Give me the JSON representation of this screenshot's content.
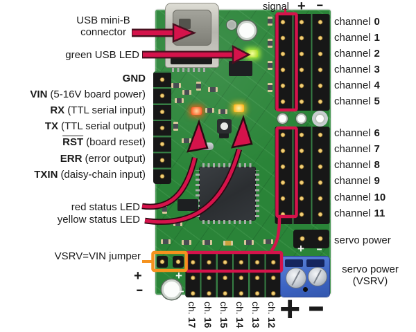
{
  "title": "Mini Maestro servo controller pinout diagram",
  "annotations": {
    "usb_label_line1": "USB mini-B",
    "usb_label_line2": "connector",
    "green_led_label": "green USB LED",
    "left_pins": [
      {
        "name": "GND",
        "desc": ""
      },
      {
        "name": "VIN",
        "desc": "(5-16V board power)"
      },
      {
        "name": "RX",
        "desc": "(TTL serial input)"
      },
      {
        "name": "TX",
        "desc": "(TTL serial output)"
      },
      {
        "name": "RST",
        "desc": "(board reset)"
      },
      {
        "name": "ERR",
        "desc": "(error output)"
      },
      {
        "name": "TXIN",
        "desc": "(daisy-chain input)"
      }
    ],
    "red_led_label": "red status LED",
    "yellow_led_label": "yellow status LED",
    "jumper_label": "VSRV=VIN jumper",
    "left_edge_plus": "+",
    "left_edge_minus": "-",
    "top_signal": "signal",
    "top_plus": "+",
    "top_minus": "-",
    "channels": [
      {
        "word": "channel",
        "num": "0"
      },
      {
        "word": "channel",
        "num": "1"
      },
      {
        "word": "channel",
        "num": "2"
      },
      {
        "word": "channel",
        "num": "3"
      },
      {
        "word": "channel",
        "num": "4"
      },
      {
        "word": "channel",
        "num": "5"
      },
      {
        "word": "channel",
        "num": "6"
      },
      {
        "word": "channel",
        "num": "7"
      },
      {
        "word": "channel",
        "num": "8"
      },
      {
        "word": "channel",
        "num": "9"
      },
      {
        "word": "channel",
        "num": "10"
      },
      {
        "word": "channel",
        "num": "11"
      }
    ],
    "servo_power_label": "servo power",
    "servo_power_vsrv_line1": "servo power",
    "servo_power_vsrv_line2": "(VSRV)",
    "bottom_big_plus": "+",
    "bottom_big_minus": "-",
    "bottom_channels": [
      {
        "word": "ch.",
        "num": "17"
      },
      {
        "word": "ch.",
        "num": "16"
      },
      {
        "word": "ch.",
        "num": "15"
      },
      {
        "word": "ch.",
        "num": "14"
      },
      {
        "word": "ch.",
        "num": "13"
      },
      {
        "word": "ch.",
        "num": "12"
      }
    ]
  },
  "board_silk": {
    "servo_plus": "+",
    "servo_minus": "-",
    "hole_plus": "+",
    "hole_minus": "-"
  },
  "colors": {
    "callout_red": "#d5134b",
    "jumper_orange": "#f5921e",
    "pcb_green": "#2a8438",
    "terminal_blue": "#3c63c2",
    "led_green": "#c3ef3a",
    "led_red": "#ff4a12",
    "led_yellow": "#ffab00"
  }
}
